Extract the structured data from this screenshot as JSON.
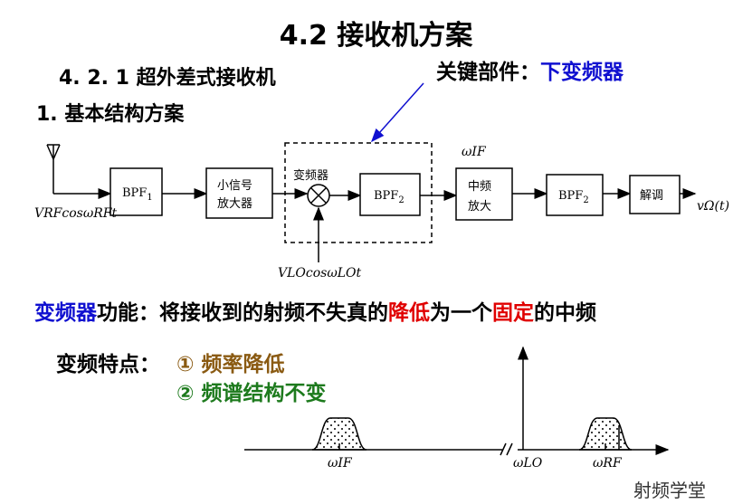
{
  "title": "4.2 接收机方案",
  "subtitle": "4. 2. 1 超外差式接收机",
  "section": "1. 基本结构方案",
  "callout": {
    "label": "关键部件：",
    "highlight": "下变频器"
  },
  "blocks": {
    "bpf1": "BPF",
    "bpf1_sub": "1",
    "lna_line1": "小信号",
    "lna_line2": "放大器",
    "mixer_label": "变频器",
    "bpf2": "BPF",
    "bpf2_sub": "2",
    "if_amp_line1": "中频",
    "if_amp_line2": "放大",
    "bpf3": "BPF",
    "bpf3_sub": "2",
    "demod": "解调"
  },
  "signals": {
    "rf_input": "VRFcosωRFt",
    "lo_input": "VLOcosωLOt",
    "if_label": "ωIF",
    "output": "vΩ(t)"
  },
  "function_line": {
    "part1": "变频器",
    "part2": "功能：将接收到的射频不失真的",
    "part3": "降低",
    "part4": "为一个",
    "part5": "固定",
    "part6": "的中频"
  },
  "features": {
    "label": "变频特点：",
    "item1": "① 频率降低",
    "item2": "② 频谱结构不变"
  },
  "spectrum": {
    "if_label": "ωIF",
    "lo_label": "ωLO",
    "rf_label": "ωRF"
  },
  "watermark": "射频学堂",
  "colors": {
    "blue": "#1010d0",
    "red": "#e00000",
    "brown": "#8a5a12",
    "green": "#1d7a1d"
  }
}
